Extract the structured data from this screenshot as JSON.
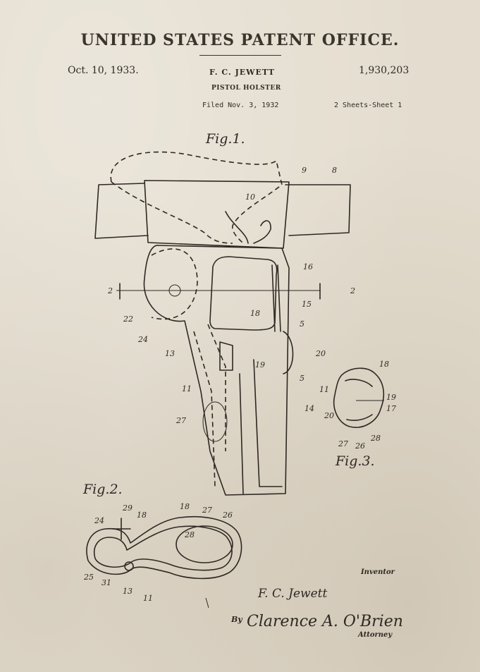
{
  "header": {
    "office_title": "UNITED STATES PATENT OFFICE.",
    "date": "Oct. 10, 1933.",
    "inventor": "F. C. JEWETT",
    "patent_number": "1,930,203",
    "subject": "PISTOL HOLSTER",
    "filed": "Filed Nov. 3, 1932",
    "sheets": "2 Sheets-Sheet 1"
  },
  "figures": {
    "fig1_label": "Fig.1.",
    "fig2_label": "Fig.2.",
    "fig3_label": "Fig.3."
  },
  "reference_numerals": {
    "fig1": [
      "9",
      "8",
      "10",
      "16",
      "15",
      "2",
      "2",
      "22",
      "24",
      "13",
      "18",
      "5",
      "20",
      "19",
      "5",
      "11",
      "14",
      "27"
    ],
    "fig2": [
      "24",
      "29",
      "18",
      "18",
      "27",
      "26",
      "28",
      "25",
      "31",
      "13",
      "11"
    ],
    "fig3": [
      "18",
      "11",
      "19",
      "17",
      "20",
      "27",
      "26",
      "28"
    ]
  },
  "footer": {
    "inventor_label": "Inventor",
    "inventor_signature": "F. C. Jewett",
    "by_label": "By",
    "attorney_signature": "Clarence A. O'Brien",
    "attorney_label": "Attorney"
  },
  "colors": {
    "paper": "#e4ddcf",
    "ink": "#2d2822"
  }
}
